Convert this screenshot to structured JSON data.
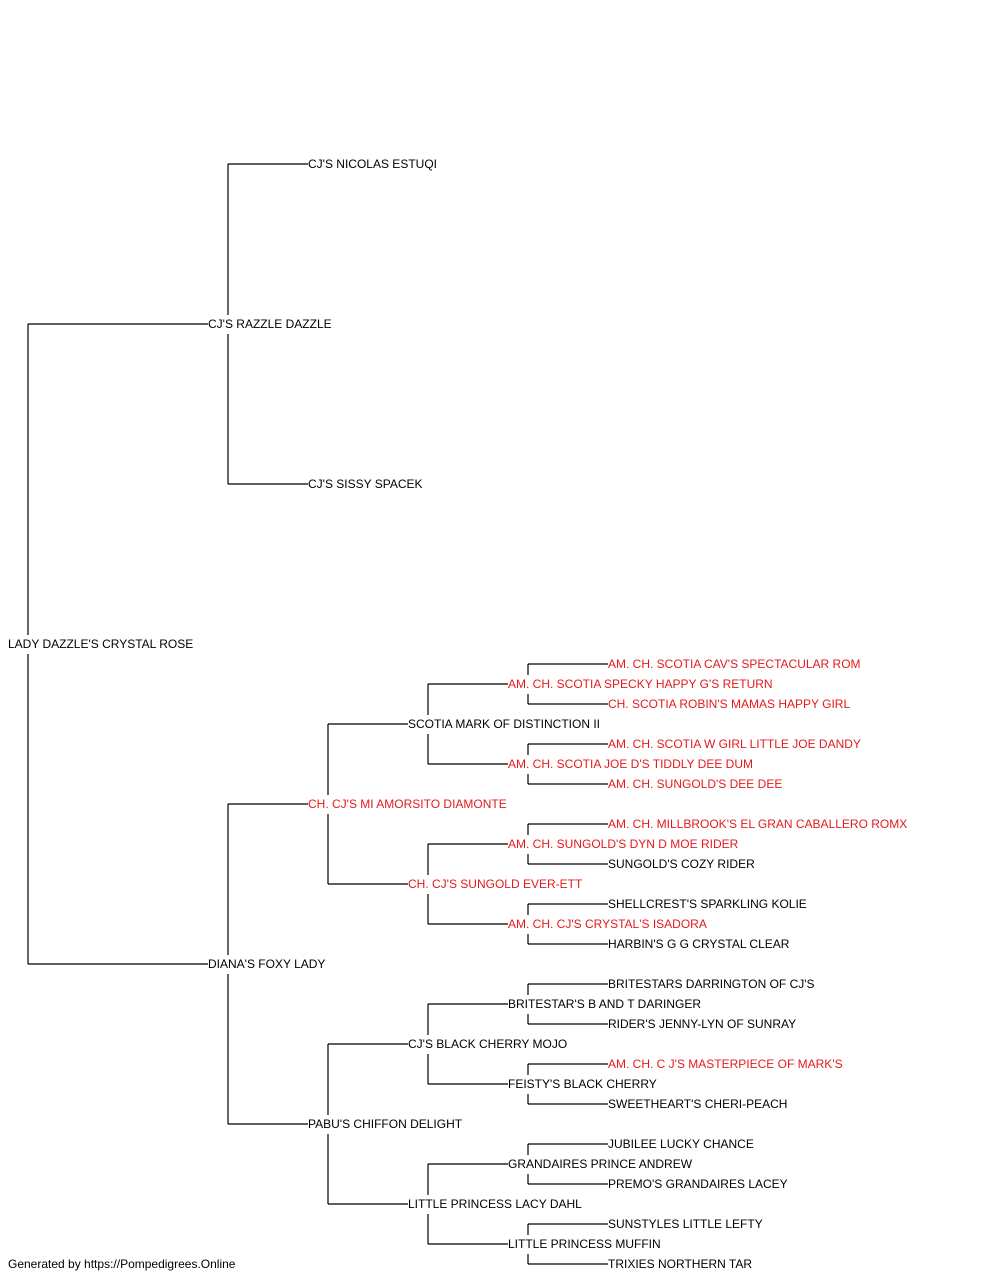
{
  "footer": "Generated by https://Pompedigrees.Online",
  "colors": {
    "champion": "#e41a1c",
    "normal": "#000000",
    "line": "#000000"
  },
  "pedigree": {
    "name": "LADY DAZZLE'S CRYSTAL ROSE",
    "ch": false,
    "sire": {
      "name": "CJ'S RAZZLE DAZZLE",
      "ch": false,
      "sire": {
        "name": "CJ'S NICOLAS ESTUQI",
        "ch": false
      },
      "dam": {
        "name": "CJ'S SISSY SPACEK",
        "ch": false
      }
    },
    "dam": {
      "name": "DIANA'S FOXY LADY",
      "ch": false,
      "sire": {
        "name": "CH. CJ'S MI AMORSITO DIAMONTE",
        "ch": true,
        "sire": {
          "name": "SCOTIA MARK OF DISTINCTION II",
          "ch": false,
          "sire": {
            "name": "AM. CH. SCOTIA SPECKY HAPPY G'S RETURN",
            "ch": true,
            "sire": {
              "name": "AM. CH. SCOTIA CAV'S SPECTACULAR ROM",
              "ch": true
            },
            "dam": {
              "name": "CH. SCOTIA ROBIN'S MAMAS HAPPY GIRL",
              "ch": true
            }
          },
          "dam": {
            "name": "AM. CH. SCOTIA JOE D'S TIDDLY DEE DUM",
            "ch": true,
            "sire": {
              "name": "AM. CH. SCOTIA W GIRL LITTLE JOE DANDY",
              "ch": true
            },
            "dam": {
              "name": "AM. CH. SUNGOLD'S DEE DEE",
              "ch": true
            }
          }
        },
        "dam": {
          "name": "CH. CJ'S SUNGOLD EVER-ETT",
          "ch": true,
          "sire": {
            "name": "AM. CH. SUNGOLD'S DYN D MOE RIDER",
            "ch": true,
            "sire": {
              "name": "AM. CH. MILLBROOK'S EL GRAN CABALLERO ROMX",
              "ch": true
            },
            "dam": {
              "name": "SUNGOLD'S COZY RIDER",
              "ch": false
            }
          },
          "dam": {
            "name": "AM. CH. CJ'S CRYSTAL'S ISADORA",
            "ch": true,
            "sire": {
              "name": "SHELLCREST'S SPARKLING KOLIE",
              "ch": false
            },
            "dam": {
              "name": "HARBIN'S G G CRYSTAL CLEAR",
              "ch": false
            }
          }
        }
      },
      "dam": {
        "name": "PABU'S CHIFFON DELIGHT",
        "ch": false,
        "sire": {
          "name": "CJ'S BLACK CHERRY MOJO",
          "ch": false,
          "sire": {
            "name": "BRITESTAR'S B AND T DARINGER",
            "ch": false,
            "sire": {
              "name": "BRITESTARS DARRINGTON OF CJ'S",
              "ch": false
            },
            "dam": {
              "name": "RIDER'S JENNY-LYN OF SUNRAY",
              "ch": false
            }
          },
          "dam": {
            "name": "FEISTY'S BLACK CHERRY",
            "ch": false,
            "sire": {
              "name": "AM. CH. C J'S MASTERPIECE OF MARK'S",
              "ch": true
            },
            "dam": {
              "name": "SWEETHEART'S CHERI-PEACH",
              "ch": false
            }
          }
        },
        "dam": {
          "name": "LITTLE PRINCESS LACY DAHL",
          "ch": false,
          "sire": {
            "name": "GRANDAIRES PRINCE ANDREW",
            "ch": false,
            "sire": {
              "name": "JUBILEE LUCKY CHANCE",
              "ch": false
            },
            "dam": {
              "name": "PREMO'S GRANDAIRES LACEY",
              "ch": false
            }
          },
          "dam": {
            "name": "LITTLE PRINCESS MUFFIN",
            "ch": false,
            "sire": {
              "name": "SUNSTYLES LITTLE LEFTY",
              "ch": false
            },
            "dam": {
              "name": "TRIXIES NORTHERN TAR",
              "ch": false
            }
          }
        }
      }
    }
  }
}
